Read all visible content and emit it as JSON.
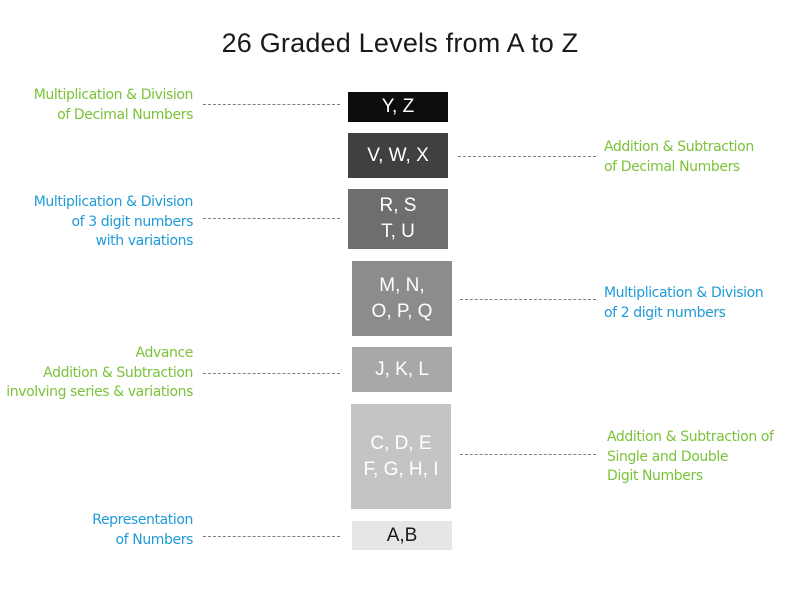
{
  "title": "26 Graded Levels from A to Z",
  "colors": {
    "green": "#7cc23a",
    "blue": "#1e9bd7",
    "connector": "#808080"
  },
  "levels": [
    {
      "id": "yz",
      "lines": [
        "Y, Z"
      ],
      "fill": "#0d0d0d",
      "text_color": "#ffffff"
    },
    {
      "id": "vwx",
      "lines": [
        "V, W, X"
      ],
      "fill": "#404040",
      "text_color": "#ffffff"
    },
    {
      "id": "rstu",
      "lines": [
        "R, S",
        "T, U"
      ],
      "fill": "#6e6e6e",
      "text_color": "#ffffff"
    },
    {
      "id": "mnopq",
      "lines": [
        "M, N,",
        "O, P, Q"
      ],
      "fill": "#8c8c8c",
      "text_color": "#ffffff"
    },
    {
      "id": "jkl",
      "lines": [
        "J, K, L"
      ],
      "fill": "#a8a8a8",
      "text_color": "#ffffff"
    },
    {
      "id": "cdefghi",
      "lines": [
        "C, D, E",
        "F, G, H, I"
      ],
      "fill": "#c4c4c4",
      "text_color": "#ffffff"
    },
    {
      "id": "ab",
      "lines": [
        "A,B"
      ],
      "fill": "#e6e6e6",
      "text_color": "#1a1a1a"
    }
  ],
  "descriptions": {
    "yz": [
      "Multiplication & Division",
      "of Decimal Numbers"
    ],
    "vwx": [
      "Addition & Subtraction",
      "of Decimal Numbers"
    ],
    "rstu": [
      "Multiplication & Division",
      "of 3 digit numbers",
      "with variations"
    ],
    "mnopq": [
      "Multiplication & Division",
      "of 2 digit numbers"
    ],
    "jkl": [
      "Advance",
      "Addition & Subtraction",
      "involving series & variations"
    ],
    "cdefghi": [
      "Addition & Subtraction of",
      "Single and Double",
      "Digit Numbers"
    ],
    "ab": [
      "Representation",
      "of Numbers"
    ]
  }
}
